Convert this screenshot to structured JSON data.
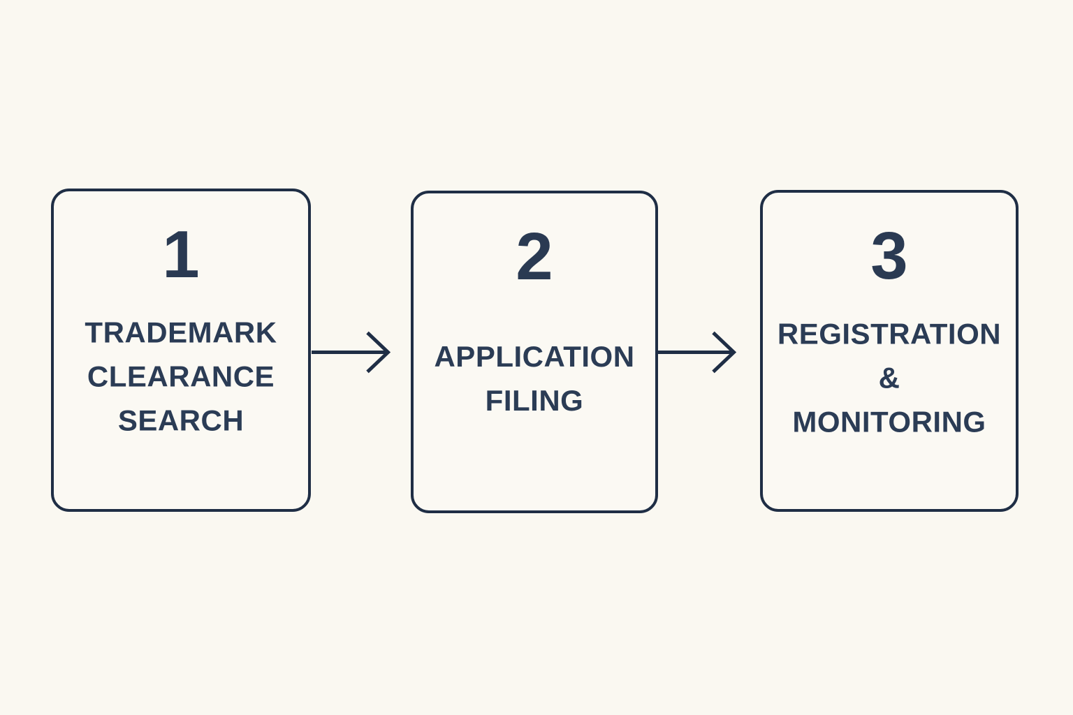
{
  "page": {
    "background_color": "#faf8f1",
    "outline_color": "#1f2e45",
    "number_color": "#2a3a52",
    "label_color": "#2b3c55"
  },
  "diagram": {
    "type": "flowchart",
    "direction": "left-to-right",
    "steps": [
      {
        "number": "1",
        "label": "TRADEMARK CLEARANCE SEARCH",
        "lines": [
          "TRADEMARK",
          "CLEARANCE",
          "SEARCH"
        ]
      },
      {
        "number": "2",
        "label": "APPLICATION FILING",
        "lines": [
          "APPLICATION",
          "FILING"
        ]
      },
      {
        "number": "3",
        "label": "REGISTRATION & MONITORING",
        "lines": [
          "REGISTRATION",
          "&",
          "MONITORING"
        ]
      }
    ],
    "connectors": [
      {
        "from": "1",
        "to": "2",
        "type": "arrow-right"
      },
      {
        "from": "2",
        "to": "3",
        "type": "arrow-right"
      }
    ]
  }
}
